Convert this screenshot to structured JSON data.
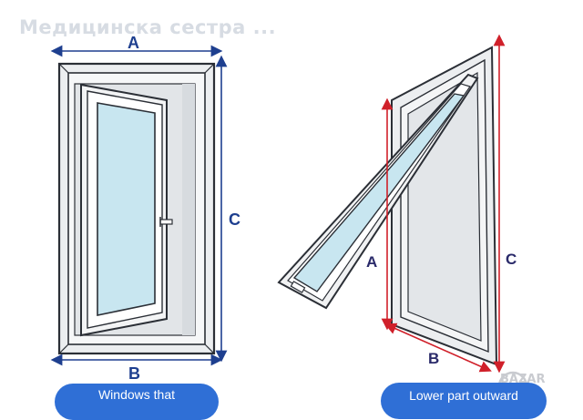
{
  "watermark": {
    "text": "Медицинска сестра ..."
  },
  "left_diagram": {
    "label_top": "A",
    "label_right": "C",
    "label_bottom": "B",
    "caption": "Windows that"
  },
  "right_diagram": {
    "label_left": "A",
    "label_right": "C",
    "label_bottom": "B",
    "caption": "Lower part outward"
  },
  "logo": {
    "text": "BAZAR"
  },
  "colors": {
    "blue_arrow": "#1e3f8f",
    "red_arrow": "#d0202a",
    "glass": "#c8e6f0",
    "frame": "#eceef0",
    "pill": "#2f6fd6"
  }
}
